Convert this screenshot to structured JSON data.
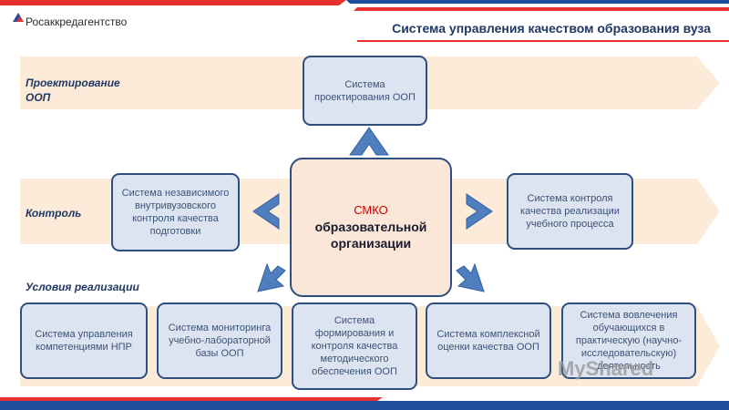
{
  "brand": {
    "logo_text": "Росаккредагентство"
  },
  "page_title": "Система управления качеством образования вуза",
  "bands": [
    {
      "label": "Проектирование ООП"
    },
    {
      "label": "Контроль"
    },
    {
      "label": "Условия реализации"
    }
  ],
  "center": {
    "title": "СМКО",
    "subtitle": "образовательной организации"
  },
  "boxes": {
    "design": "Система проектирования ООП",
    "independent_control": "Система независимого внутривузовского контроля качества подготовки",
    "process_control": "Система контроля качества реализации учебного процесса",
    "competence": "Система управления компетенциями НПР",
    "lab_monitoring": "Система мониторинга учебно-лабораторной базы ООП",
    "methodical": "Система формирования и контроля качества методического обеспечения ООП",
    "assessment": "Система комплексной оценки качества ООП",
    "student_involvement": "Система вовлечения обучающихся в практическую (научно-исследовательскую) деятельность"
  },
  "watermark": "MyShared",
  "colors": {
    "stripe_red": "#e8312f",
    "stripe_blue": "#1f4e9c",
    "band_fill": "#fdebd9",
    "box_fill": "#dbe4f0",
    "box_border": "#2f4f7f",
    "center_fill": "#fbe7d8",
    "arrow": "#4f7fbf",
    "title": "#1f3864",
    "center_title": "#cc0000"
  }
}
